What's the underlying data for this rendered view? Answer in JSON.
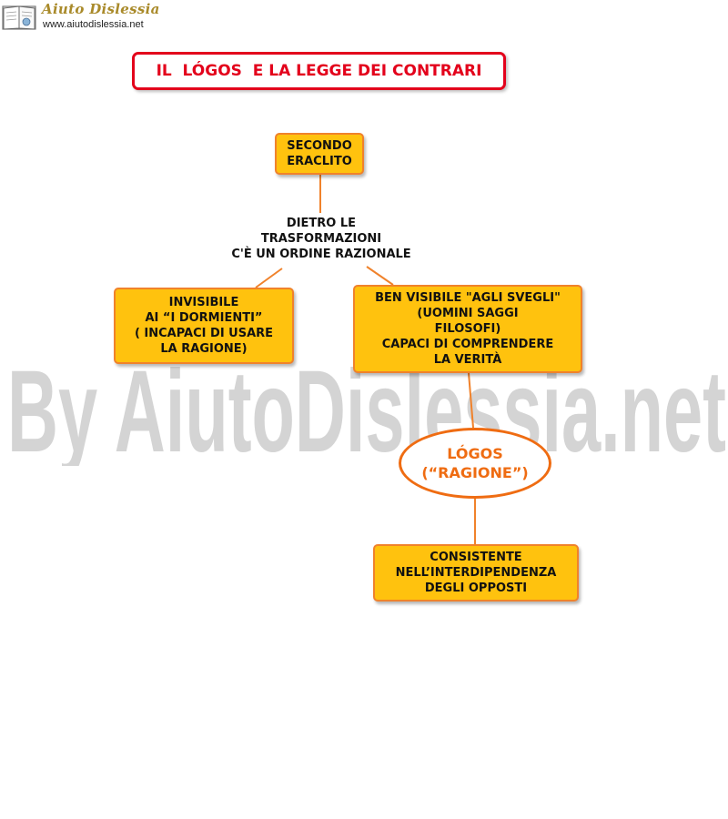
{
  "logo": {
    "title": "Aiuto Dislessia",
    "url": "www.aiutodislessia.net",
    "icon": "book-icon"
  },
  "watermark": {
    "text": "By AiutoDislessia.net",
    "color": "#cccccc"
  },
  "title": {
    "text": "IL  LÓGOS  E LA LEGGE DEI CONTRARI",
    "color": "#e3001b"
  },
  "nodes": {
    "secondo": "SECONDO\nERACLITO",
    "dietro": "DIETRO LE\nTRASFORMAZIONI\nC'È UN ORDINE RAZIONALE",
    "invisibile": "INVISIBILE\nAI “I DORMIENTI”\n( INCAPACI DI USARE\nLA RAGIONE)",
    "visibile": "BEN VISIBILE \"AGLI SVEGLI\"\n(UOMINI SAGGI\nFILOSOFI)\nCAPACI DI COMPRENDERE\nLA VERITÀ",
    "logos": "LÓGOS\n(“RAGIONE”)",
    "consistente": "CONSISTENTE\nNELL’INTERDIPENDENZA\nDEGLI OPPOSTI"
  },
  "colors": {
    "box_fill": "#ffc20e",
    "box_border": "#f0822b",
    "connector": "#f0822b",
    "ellipse": "#ef6c12"
  }
}
